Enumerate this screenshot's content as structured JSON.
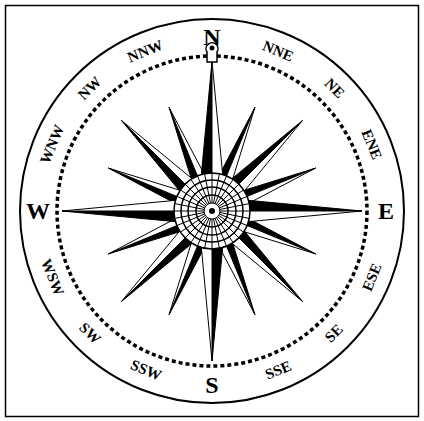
{
  "diagram": {
    "labels": [
      "N",
      "NNE",
      "NE",
      "ENE",
      "E",
      "ESE",
      "SE",
      "SSE",
      "S",
      "SSW",
      "SW",
      "WSW",
      "W",
      "WNW",
      "NW",
      "NNW"
    ]
  }
}
